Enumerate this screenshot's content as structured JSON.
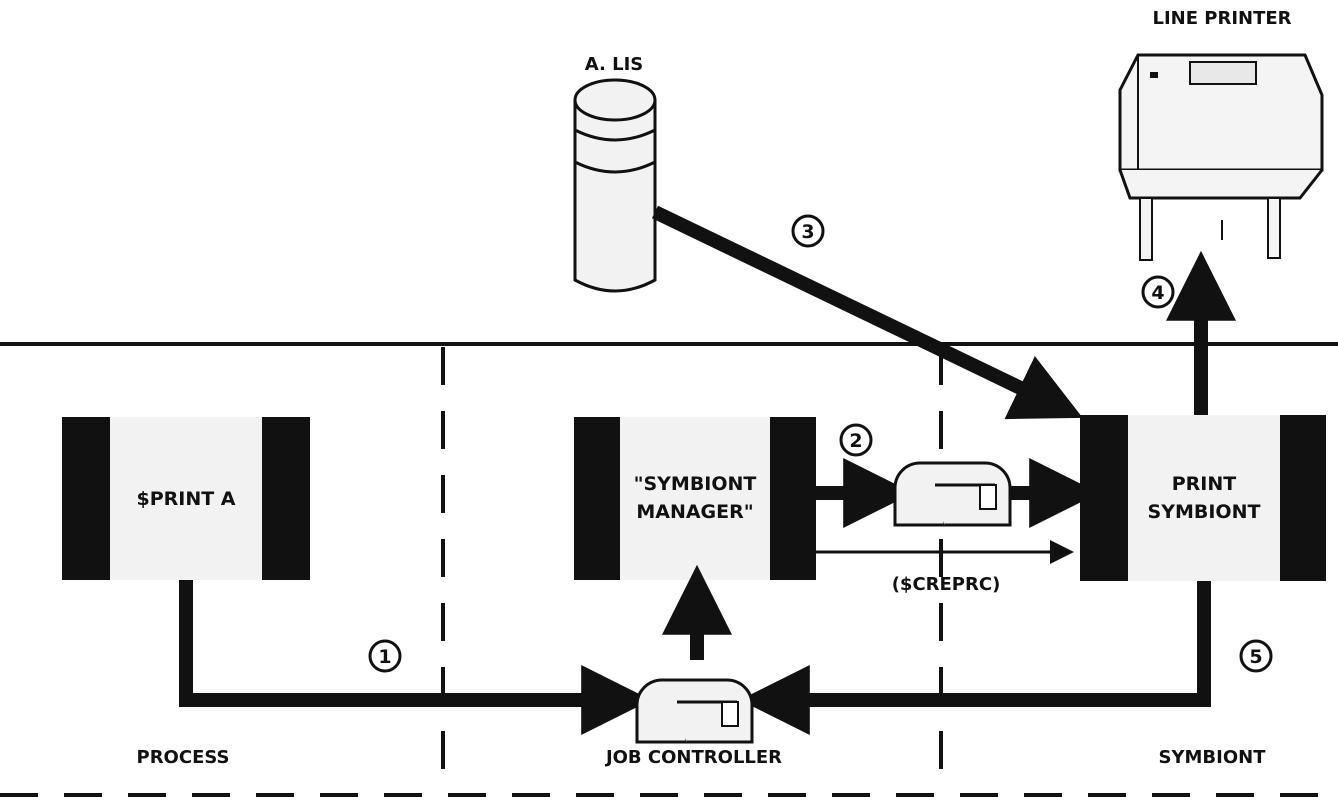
{
  "labels": {
    "line_printer": "LINE PRINTER",
    "disk": "A. LIS",
    "creprc": "($CREPRC)",
    "process_section": "PROCESS",
    "job_controller_section": "JOB CONTROLLER",
    "symbiont_section": "SYMBIONT"
  },
  "boxes": {
    "print_command": [
      "$PRINT A"
    ],
    "symbiont_manager": [
      "\"SYMBIONT",
      "MANAGER\""
    ],
    "print_symbiont": [
      "PRINT",
      "SYMBIONT"
    ]
  },
  "steps": {
    "s1": "1",
    "s2": "2",
    "s3": "3",
    "s4": "4",
    "s5": "5"
  },
  "colors": {
    "ink": "#111111",
    "paper": "#ffffff",
    "box_fill": "#f2f2f2",
    "printer_fill": "#f4f4f4"
  }
}
